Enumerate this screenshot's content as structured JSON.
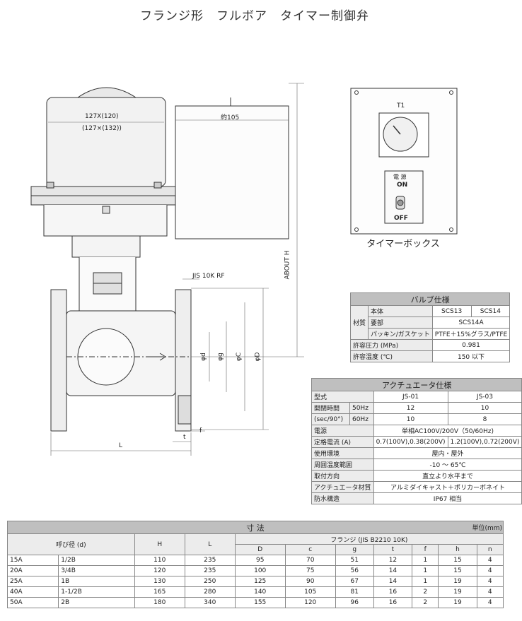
{
  "title": "フランジ形　フルボア　タイマー制御弁",
  "drawing": {
    "dim_127": "127X(120)",
    "dim_127b": "(127×(132))",
    "dim_105": "約105",
    "about_h": "ABOUT H",
    "jis_rf": "JIS 10K RF",
    "phi_d": "φd",
    "phi_g": "φg",
    "phi_c": "φC",
    "phi_D": "φD",
    "f": "f",
    "t": "t",
    "L": "L"
  },
  "timer_box": {
    "t1": "T1",
    "power": "電 源",
    "on": "ON",
    "off": "OFF",
    "caption": "タイマーボックス"
  },
  "valve_spec": {
    "header": "バルブ仕様",
    "material": "材質",
    "rows": [
      {
        "label": "本体",
        "v1": "SCS13",
        "v2": "SCS14"
      },
      {
        "label": "要部",
        "v1": "SCS14A"
      },
      {
        "label": "パッキン/ガスケット",
        "v1": "PTFE＋15%グラス/PTFE"
      }
    ],
    "pressure_label": "許容圧力 (MPa)",
    "pressure_value": "0.981",
    "temp_label": "許容温度 (℃)",
    "temp_value": "150 以下"
  },
  "actuator_spec": {
    "header": "アクチュエータ仕様",
    "model_label": "型式",
    "model_1": "JS-01",
    "model_2": "JS-03",
    "time_label_1": "開閉時間",
    "time_label_2": "(sec/90°)",
    "hz50": "50Hz",
    "hz60": "60Hz",
    "t50_1": "12",
    "t50_2": "10",
    "t60_1": "10",
    "t60_2": "8",
    "power_label": "電源",
    "power_value": "単相AC100V/200V（50/60Hz)",
    "current_label": "定格電流 (A)",
    "current_1": "0.7(100V),0.38(200V)",
    "current_2": "1.2(100V),0.72(200V)",
    "env_label": "使用環境",
    "env_value": "屋内・屋外",
    "amb_label": "周囲温度範囲",
    "amb_value": "-10 ～ 65℃",
    "mount_label": "取付方向",
    "mount_value": "直立より水平まで",
    "mat_label": "アクチュエータ材質",
    "mat_value": "アルミダイキャスト＋ポリカーボネイト",
    "water_label": "防水構造",
    "water_value": "IP67 相当"
  },
  "dimensions": {
    "header": "寸 法",
    "unit": "単位(mm)",
    "nominal": "呼び径 (d)",
    "H": "H",
    "L": "L",
    "flange": "フランジ (JIS B2210 10K)",
    "cols": [
      "D",
      "c",
      "g",
      "t",
      "f",
      "h",
      "n"
    ],
    "rows": [
      [
        "15A",
        "1/2B",
        "110",
        "235",
        "95",
        "70",
        "51",
        "12",
        "1",
        "15",
        "4"
      ],
      [
        "20A",
        "3/4B",
        "120",
        "235",
        "100",
        "75",
        "56",
        "14",
        "1",
        "15",
        "4"
      ],
      [
        "25A",
        "1B",
        "130",
        "250",
        "125",
        "90",
        "67",
        "14",
        "1",
        "19",
        "4"
      ],
      [
        "40A",
        "1-1/2B",
        "165",
        "280",
        "140",
        "105",
        "81",
        "16",
        "2",
        "19",
        "4"
      ],
      [
        "50A",
        "2B",
        "180",
        "340",
        "155",
        "120",
        "96",
        "16",
        "2",
        "19",
        "4"
      ]
    ]
  }
}
